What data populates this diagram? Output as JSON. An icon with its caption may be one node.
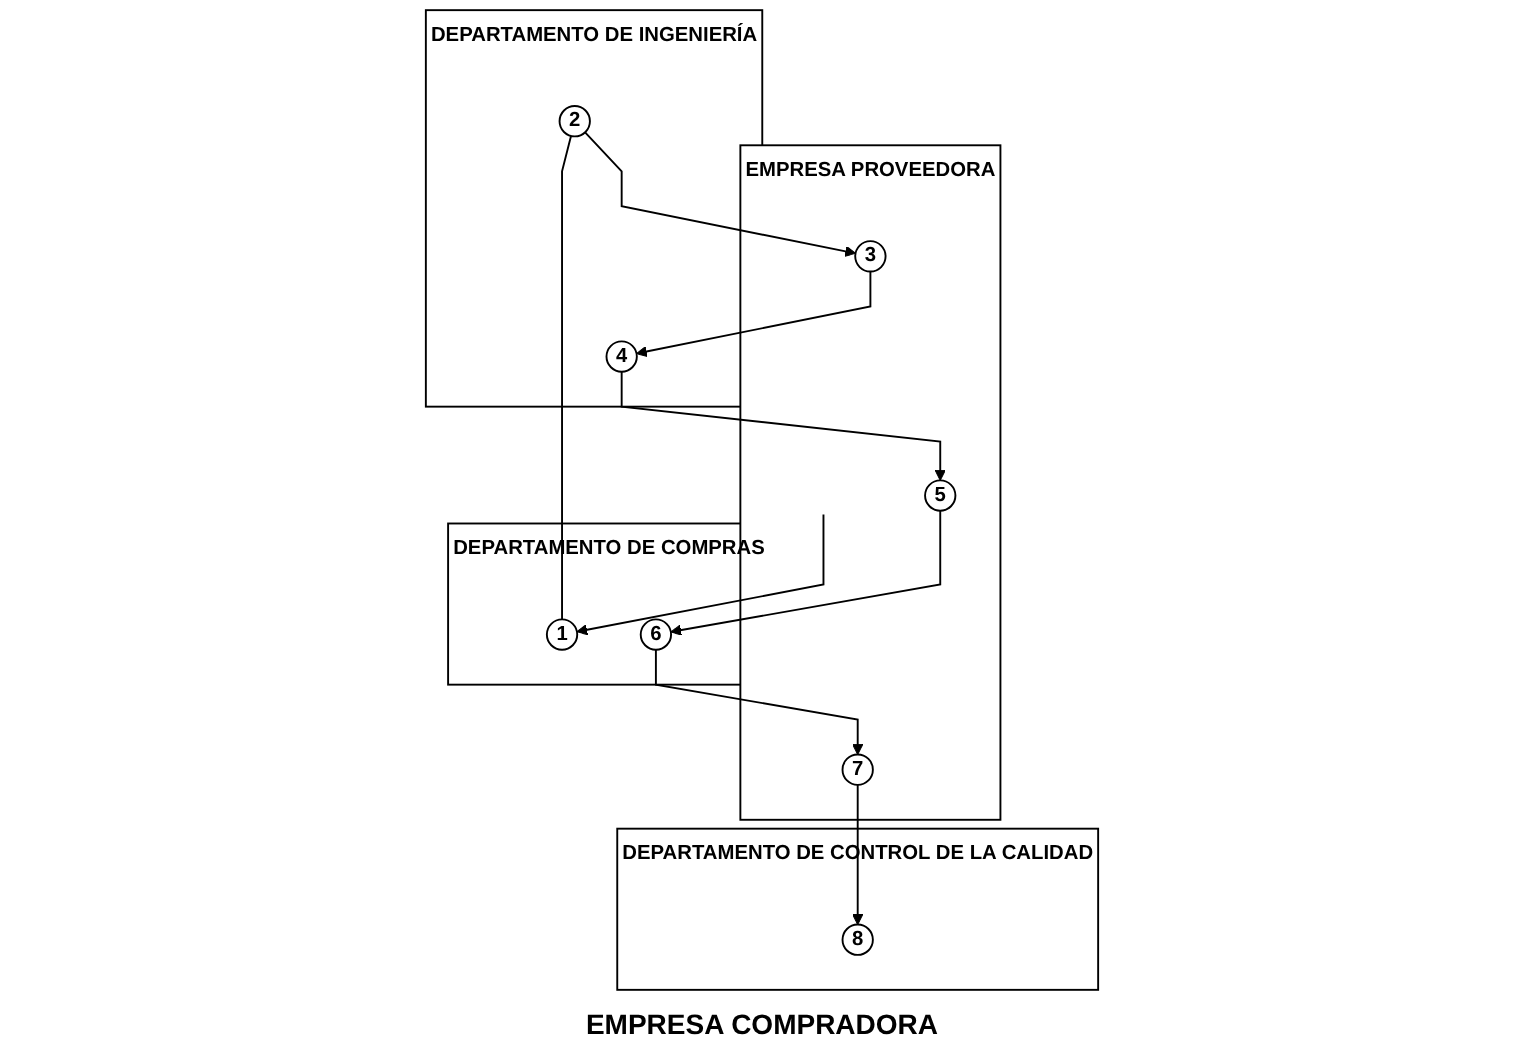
{
  "diagram": {
    "caption": "EMPRESA COMPRADORA",
    "nodes": [
      {
        "text": [
          "EMPRESA PROVEEDORA"
        ]
      },
      {
        "text": [
          "3"
        ],
        "in": 0
      },
      {
        "text": [
          "5"
        ],
        "in": 0
      },
      {
        "text": [
          "7"
        ],
        "in": 0
      },
      {
        "text": [
          "DEPARTAMENTO DE INGENIERÍA"
        ]
      },
      {
        "text": [
          "4"
        ],
        "in": 4
      },
      {
        "text": [
          "2"
        ],
        "in": 4
      },
      {
        "text": [
          "DEPARTAMENTO DE COMPRAS"
        ]
      },
      {
        "text": [
          "1"
        ],
        "in": 7
      },
      {
        "text": [
          "6"
        ],
        "in": 7
      },
      {
        "text": [
          "DEPARTAMENTO DE CONTROL DE LA CALIDAD"
        ]
      },
      {
        "text": [
          "8"
        ],
        "in": 10
      }
    ],
    "edges": [
      {
        "from": null,
        "to": 8,
        "arrow": "to"
      },
      {
        "from": 6,
        "to": 8,
        "arrow": "none"
      },
      {
        "from": 6,
        "to": 1,
        "arrow": "to"
      },
      {
        "from": 1,
        "to": 5,
        "arrow": "to"
      },
      {
        "from": 5,
        "to": 2,
        "arrow": "to"
      },
      {
        "from": 2,
        "to": 9,
        "arrow": "to"
      },
      {
        "from": 9,
        "to": 3,
        "arrow": "to"
      },
      {
        "from": 3,
        "to": 11,
        "arrow": "to"
      }
    ]
  }
}
